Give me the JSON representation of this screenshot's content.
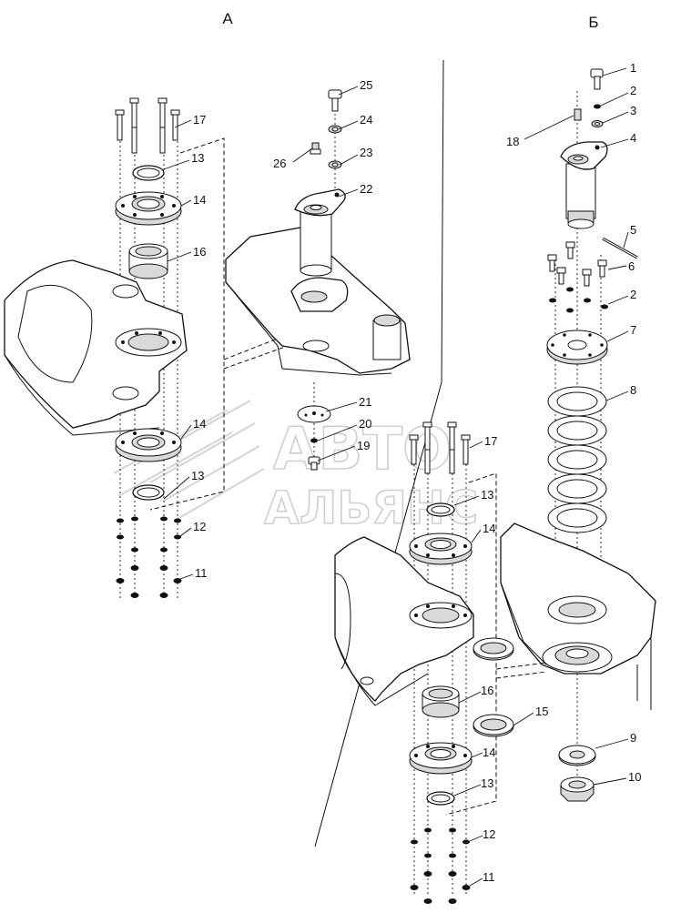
{
  "view_titles": {
    "left": "А",
    "right": "Б"
  },
  "watermark": {
    "line1": "АВТО",
    "line2": "АЛЬЯНС"
  },
  "callouts_left": {
    "n25": "25",
    "n24": "24",
    "n23": "23",
    "n22": "22",
    "n26": "26",
    "n17a": "17",
    "n13a": "13",
    "n14a": "14",
    "n16a": "16",
    "n14b": "14",
    "n13b": "13",
    "n12a": "12",
    "n11a": "11",
    "n21": "21",
    "n20": "20",
    "n19": "19"
  },
  "callouts_right": {
    "n1": "1",
    "n2a": "2",
    "n3": "3",
    "n18": "18",
    "n4": "4",
    "n5": "5",
    "n6": "6",
    "n2b": "2",
    "n7": "7",
    "n8": "8",
    "n17b": "17",
    "n13c": "13",
    "n14c": "14",
    "n16b": "16",
    "n15": "15",
    "n14d": "14",
    "n13d": "13",
    "n9": "9",
    "n10": "10",
    "n12b": "12",
    "n11b": "11"
  }
}
